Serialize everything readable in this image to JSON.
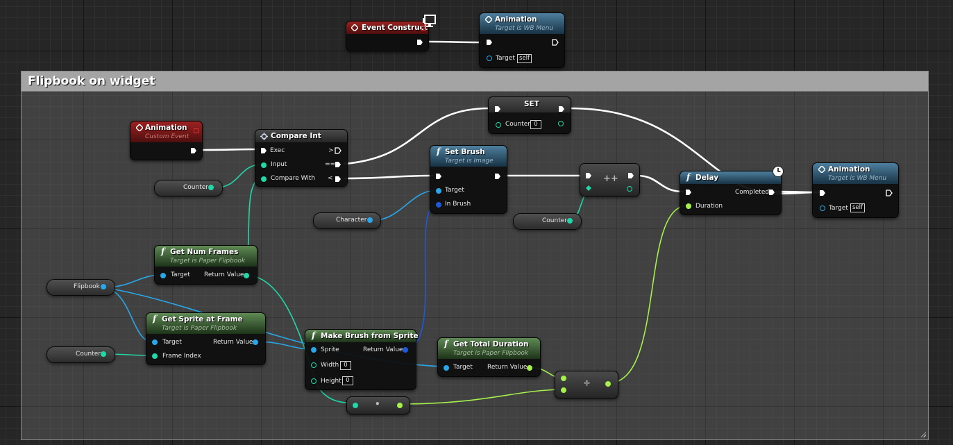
{
  "graph": {
    "comment_title": "Flipbook on widget",
    "colors": {
      "exec": "#ffffff",
      "object": "#29a7e9",
      "struct": "#1e5ad8",
      "int": "#21d8a6",
      "float": "#a6f04d",
      "event_header": "#9c2222",
      "function_header": "#4e7f9e",
      "pure_header": "#5f8a55"
    }
  },
  "nodes": {
    "event_construct": {
      "title": "Event Construct"
    },
    "animation_top": {
      "title": "Animation",
      "subtitle": "Target is WB Menu",
      "target_label": "Target",
      "target_value": "self"
    },
    "animation_event": {
      "title": "Animation",
      "subtitle": "Custom Event"
    },
    "compare_int": {
      "title": "Compare Int",
      "exec": "Exec",
      "input": "Input",
      "compare_with": "Compare With",
      "gt": ">",
      "eq": "==",
      "lt": "<"
    },
    "set_counter": {
      "title": "SET",
      "counter_label": "Counter",
      "counter_value": "0"
    },
    "set_brush": {
      "title": "Set Brush",
      "subtitle": "Target is Image",
      "target": "Target",
      "in_brush": "In Brush"
    },
    "increment": {
      "title": "++"
    },
    "delay": {
      "title": "Delay",
      "completed": "Completed",
      "duration": "Duration"
    },
    "animation_right": {
      "title": "Animation",
      "subtitle": "Target is WB Menu",
      "target_label": "Target",
      "target_value": "self"
    },
    "get_num_frames": {
      "title": "Get Num Frames",
      "subtitle": "Target is Paper Flipbook",
      "target": "Target",
      "return_value": "Return Value"
    },
    "get_sprite_at_frame": {
      "title": "Get Sprite at Frame",
      "subtitle": "Target is Paper Flipbook",
      "target": "Target",
      "frame_index": "Frame Index",
      "return_value": "Return Value"
    },
    "make_brush": {
      "title": "Make Brush from Sprite",
      "sprite": "Sprite",
      "return_value": "Return Value",
      "width": "Width",
      "width_value": "0",
      "height": "Height",
      "height_value": "0"
    },
    "get_total_duration": {
      "title": "Get Total Duration",
      "subtitle": "Target is Paper Flipbook",
      "target": "Target",
      "return_value": "Return Value"
    },
    "divide": {
      "title": "÷"
    },
    "multiply": {
      "title": "•"
    }
  },
  "variables": {
    "counter_1": "Counter",
    "character": "Character",
    "counter_2": "Counter",
    "flipbook": "Flipbook",
    "counter_3": "Counter"
  }
}
